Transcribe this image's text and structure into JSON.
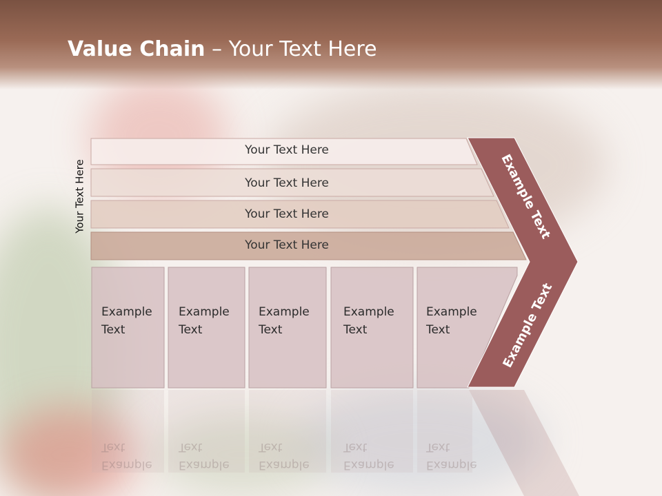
{
  "slide": {
    "title_bold": "Value Chain",
    "title_rest": " – Your Text Here",
    "side_label": "Your Text Here"
  },
  "rows": [
    {
      "label": "Your Text Here",
      "color": "#f7eeec"
    },
    {
      "label": "Your Text Here",
      "color": "#ecddd6"
    },
    {
      "label": "Your Text Here",
      "color": "#e3cdc1"
    },
    {
      "label": "Your Text Here",
      "color": "#c9a898"
    }
  ],
  "columns": [
    {
      "text": "Example\nText"
    },
    {
      "text": "Example\nText"
    },
    {
      "text": "Example\nText"
    },
    {
      "text": "Example\nText"
    },
    {
      "text": "Example\nText"
    }
  ],
  "arrow": {
    "top_label": "Example Text",
    "bottom_label": "Example Text",
    "color": "#9b5c5c"
  },
  "colors": {
    "header": "#7a5242",
    "column_fill": "#d6c0c2",
    "column_border": "#b9a0a2"
  }
}
